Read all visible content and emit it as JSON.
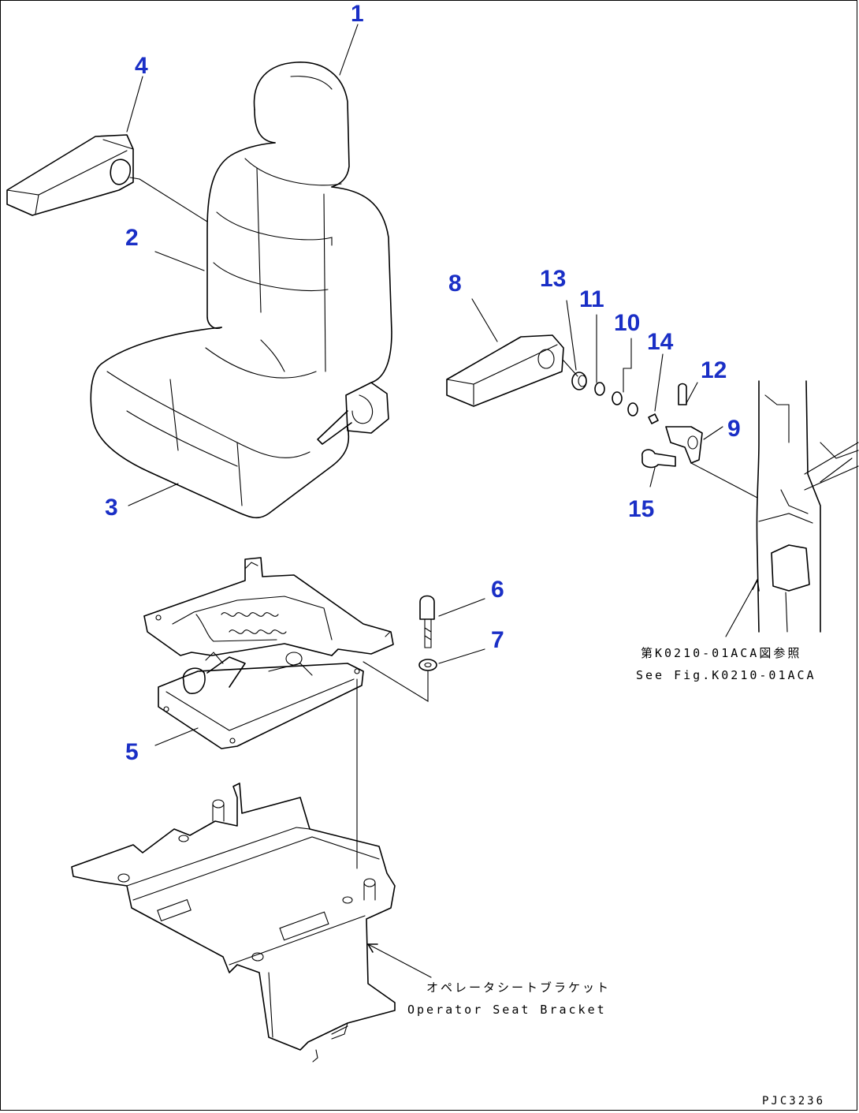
{
  "callouts": [
    "1",
    "2",
    "3",
    "4",
    "5",
    "6",
    "7",
    "8",
    "9",
    "10",
    "11",
    "12",
    "13",
    "14",
    "15"
  ],
  "notes": {
    "see_fig_jp": "第K0210-01ACA図参照",
    "see_fig_en": "See Fig.K0210-01ACA",
    "bracket_jp": "オペレータシートブラケット",
    "bracket_en": "Operator Seat Bracket"
  },
  "drawing_code": "PJC3236",
  "colors": {
    "callout": "#1a2fc6",
    "line": "#000000",
    "background": "#ffffff"
  }
}
